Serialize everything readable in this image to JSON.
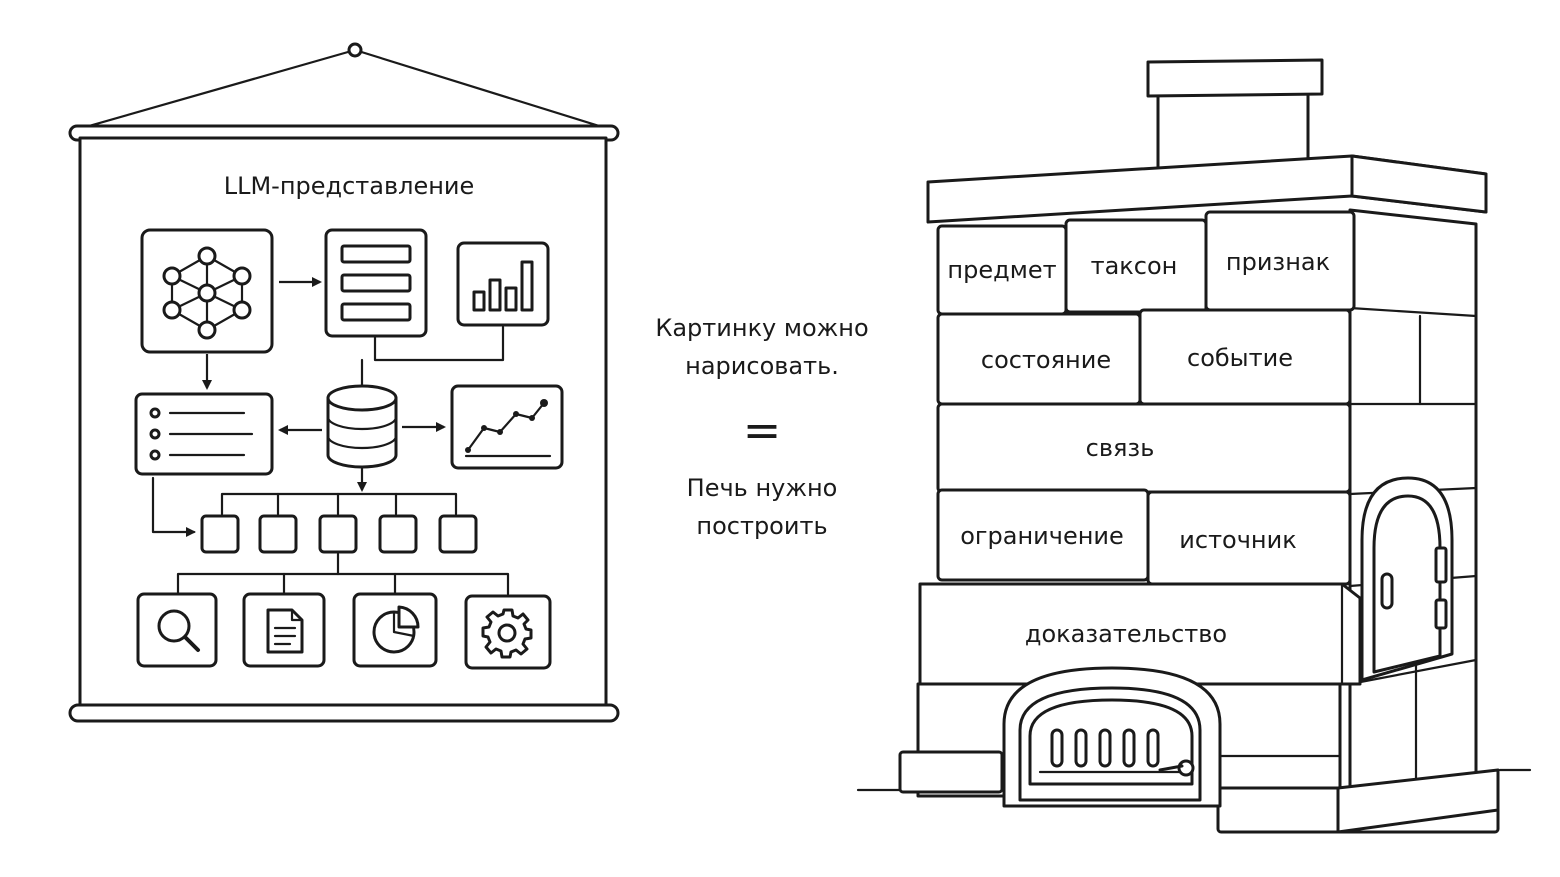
{
  "poster": {
    "title": "LLM-представление",
    "icons": [
      "network-graph-icon",
      "document-list-icon",
      "bar-chart-icon",
      "checklist-icon",
      "database-icon",
      "line-chart-icon",
      "search-icon",
      "file-icon",
      "pie-chart-icon",
      "gear-icon"
    ]
  },
  "middle": {
    "line1": "Картинку можно",
    "line2": "нарисовать.",
    "equals": "=",
    "line3": "Печь нужно",
    "line4": "построить"
  },
  "stove": {
    "bricks": {
      "predmet": "предмет",
      "takson": "таксон",
      "priznak": "признак",
      "sostoyanie": "состояние",
      "sobytie": "событие",
      "svyaz": "связь",
      "ogranichenie": "ограничение",
      "istochnik": "источник",
      "dokazatelstvo": "доказательство"
    }
  }
}
